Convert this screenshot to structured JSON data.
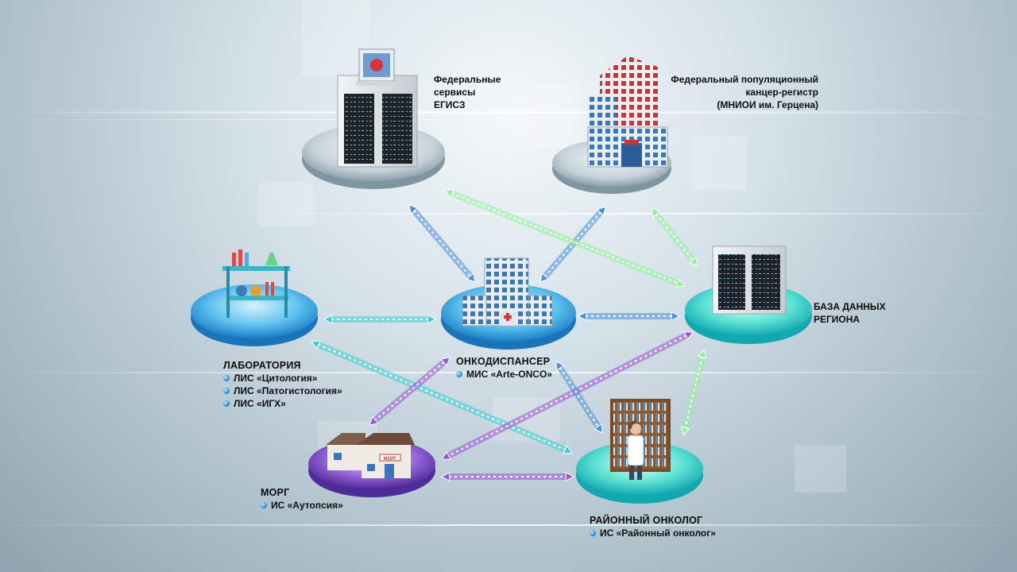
{
  "nodes": {
    "egisz": {
      "label": "Федеральные\nсервисы\nЕГИСЗ"
    },
    "cancer_registry": {
      "label": "Федеральный популяционный\nканцер-регистр\n(МНИОИ им. Герцена)"
    },
    "region_db": {
      "label": "БАЗА ДАННЫХ\nРЕГИОНА"
    },
    "oncodispensary": {
      "title": "ОНКОДИСПАНСЕР",
      "items": [
        "МИС «Arte-ONCO»"
      ]
    },
    "laboratory": {
      "title": "ЛАБОРАТОРИЯ",
      "items": [
        "ЛИС «Цитология»",
        "ЛИС «Патогистология»",
        "ЛИС «ИГХ»"
      ]
    },
    "morgue": {
      "title": "МОРГ",
      "items": [
        "ИС «Аутопсия»"
      ],
      "sign": "МОРГ"
    },
    "district_oncologist": {
      "title": "РАЙОННЫЙ ОНКОЛОГ",
      "items": [
        "ИС «Районный онколог»"
      ]
    }
  },
  "colors": {
    "platform_gray": "#c9d6dd",
    "platform_blue": "#4fb6e8",
    "platform_teal": "#3fd9c9",
    "platform_purple": "#8a5bd0",
    "arrow_green": "#8ff29a",
    "arrow_blue": "#4a8fd8",
    "arrow_purple": "#9a56d6",
    "arrow_teal": "#38cfd4"
  }
}
